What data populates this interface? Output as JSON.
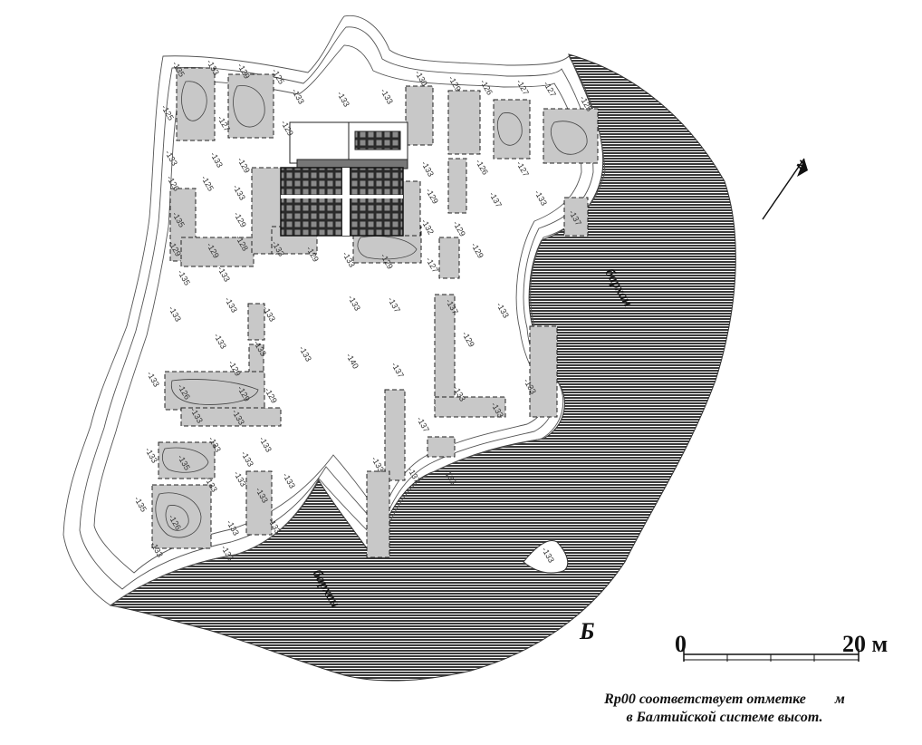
{
  "map": {
    "panel_label": "Б",
    "dune_labels": [
      "бархан",
      "бархан"
    ],
    "north_arrow_label": "N",
    "scale": {
      "start": "0",
      "end": "20 м"
    },
    "note": {
      "line1": "Rp00 соответствует отметке        м",
      "line2": "в Балтийской системе высот."
    },
    "colors": {
      "dune_hatch": "#444444",
      "wall_fill": "#c8c8c8",
      "contour": "#555555"
    }
  }
}
